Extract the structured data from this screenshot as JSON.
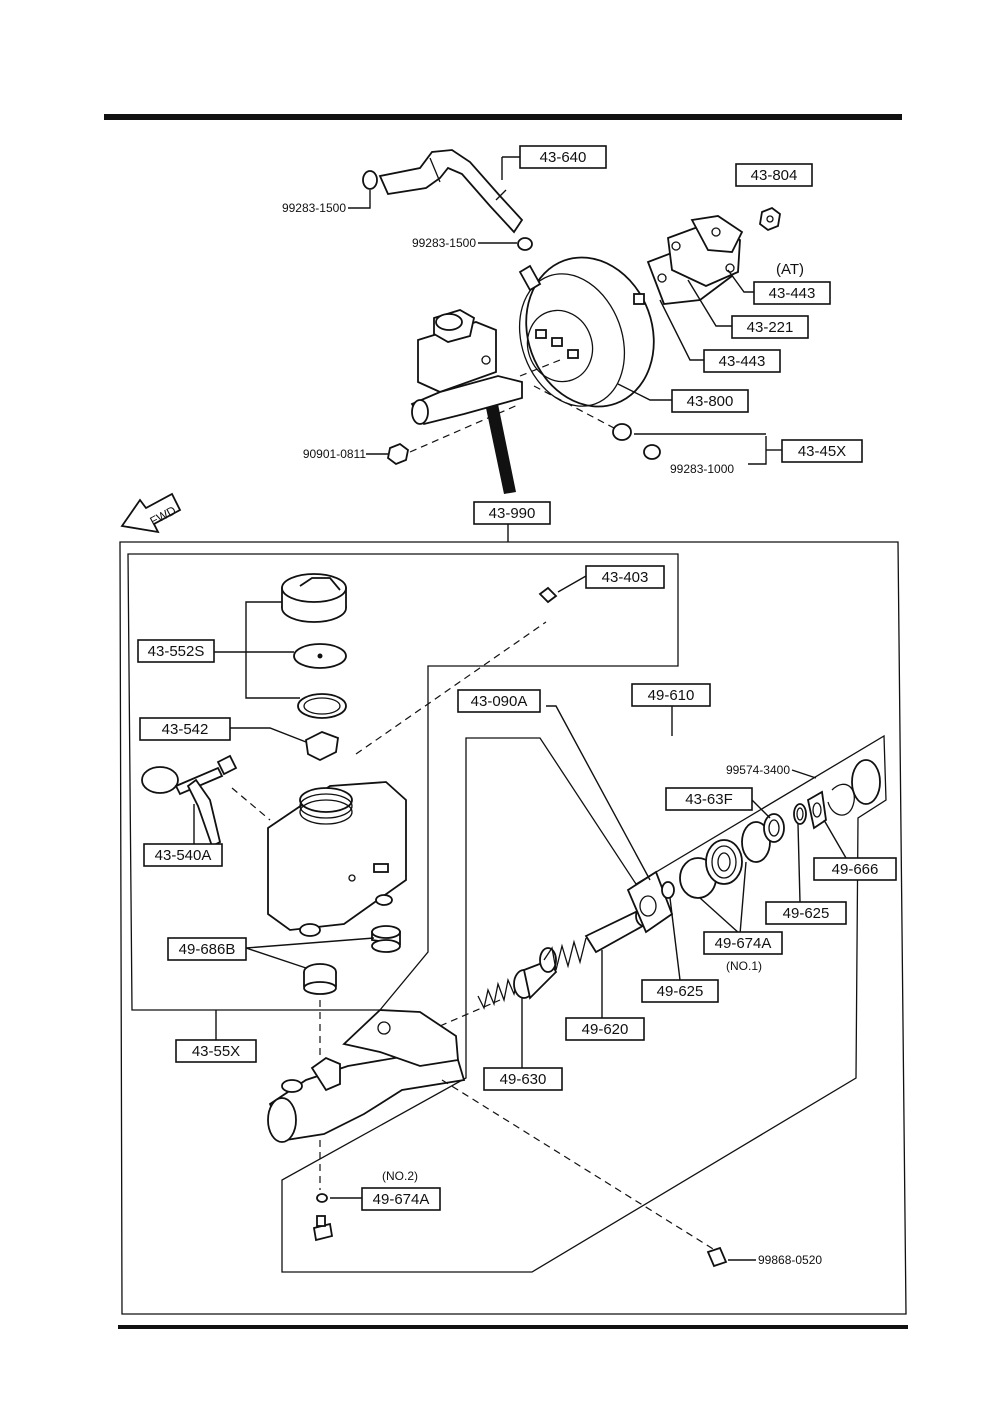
{
  "labels": {
    "p43_640": "43-640",
    "p99283_1500_a": "99283-1500",
    "p99283_1500_b": "99283-1500",
    "p43_804": "43-804",
    "at": "(AT)",
    "p43_443_a": "43-443",
    "p43_221": "43-221",
    "p43_443_b": "43-443",
    "p43_800": "43-800",
    "p90901_0811": "90901-0811",
    "p43_45x": "43-45X",
    "p99283_1000": "99283-1000",
    "fwd": "FWD",
    "p43_990": "43-990",
    "p43_403": "43-403",
    "p43_552s": "43-552S",
    "p43_542": "43-542",
    "p43_540a": "43-540A",
    "p49_686b": "49-686B",
    "p43_55x": "43-55X",
    "p43_090a": "43-090A",
    "p49_610": "49-610",
    "p99574_3400": "99574-3400",
    "p43_63f": "43-63F",
    "p49_666": "49-666",
    "p49_625_a": "49-625",
    "p49_674a_1": "49-674A",
    "no1": "(NO.1)",
    "p49_625_b": "49-625",
    "p49_620": "49-620",
    "p49_630": "49-630",
    "no2": "(NO.2)",
    "p49_674a_2": "49-674A",
    "p99868_0520": "99868-0520"
  }
}
